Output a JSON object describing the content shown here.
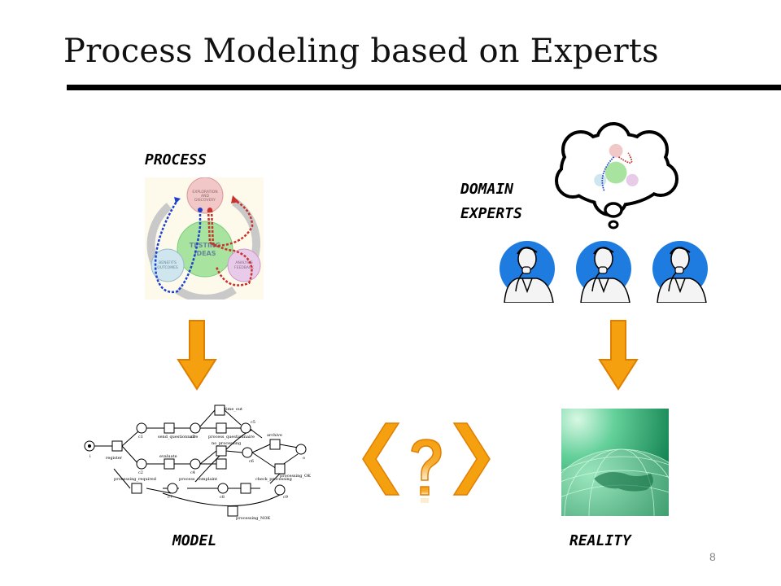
{
  "slide": {
    "title": "Process Modeling based on Experts",
    "page_number": "8"
  },
  "labels": {
    "process": "PROCESS",
    "domain_experts_line1": "DOMAIN",
    "domain_experts_line2": "EXPERTS",
    "model": "MODEL",
    "reality": "REALITY"
  },
  "cycle_diagram": {
    "nodes": [
      "EXPLORATION AND DISCOVERY",
      "TESTING IDEAS",
      "BENEFITS AND OUTCOMES",
      "COMMUNITY ANALYSIS AND FEEDBACK"
    ]
  },
  "model_diagram": {
    "transitions": [
      "register",
      "send_questionnaire",
      "process_questionnaire",
      "time_out",
      "archive",
      "evaluate",
      "no_processing",
      "processing_required",
      "process_complaint",
      "check_processing",
      "processing_OK",
      "processing_NOK"
    ],
    "places": [
      "i",
      "c1",
      "c2",
      "c3",
      "c4",
      "c5",
      "c6",
      "c7",
      "c8",
      "c9",
      "o"
    ]
  },
  "colors": {
    "arrow_orange": "#F5A00F",
    "arrow_outline": "#E07E00",
    "expert_blue": "#1E7BE0",
    "globe_green": "#2FAE66"
  },
  "icons": [
    "down-arrow-icon",
    "left-bracket-icon",
    "question-mark-icon",
    "right-bracket-icon",
    "thought-cloud-icon",
    "expert-icon",
    "globe-icon"
  ]
}
